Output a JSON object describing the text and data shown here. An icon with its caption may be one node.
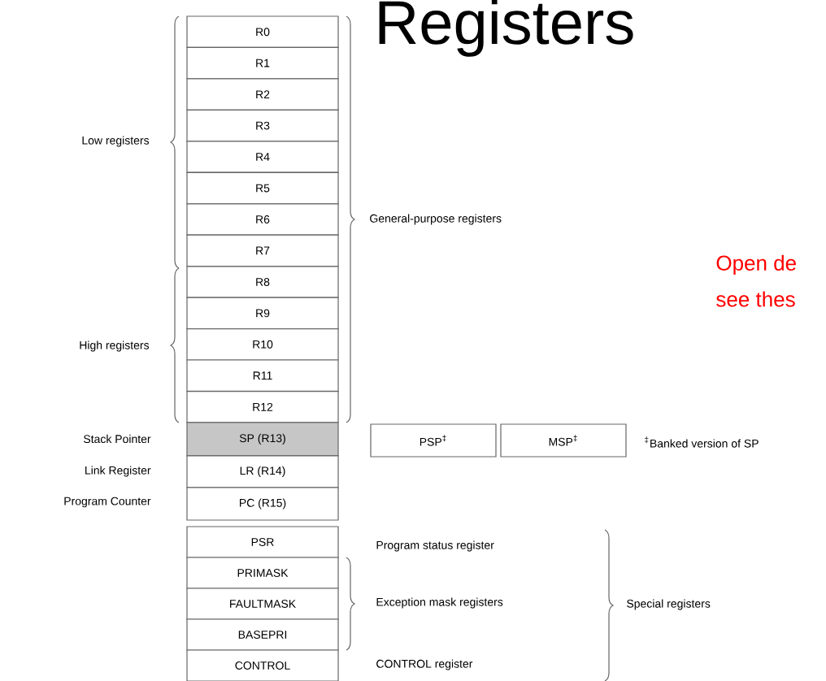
{
  "diagram": {
    "title": "Registers",
    "nodes": [
      {
        "text": [
          "R0"
        ]
      },
      {
        "text": [
          "R1"
        ]
      },
      {
        "text": [
          "R2"
        ]
      },
      {
        "text": [
          "R3"
        ]
      },
      {
        "text": [
          "R4"
        ]
      },
      {
        "text": [
          "R5"
        ]
      },
      {
        "text": [
          "R6"
        ]
      },
      {
        "text": [
          "R7"
        ]
      },
      {
        "text": [
          "R8"
        ]
      },
      {
        "text": [
          "R9"
        ]
      },
      {
        "text": [
          "R10"
        ]
      },
      {
        "text": [
          "R11"
        ]
      },
      {
        "text": [
          "R12"
        ]
      },
      {
        "text": [
          "SP (R13)"
        ]
      },
      {
        "text": [
          "LR (R14)"
        ]
      },
      {
        "text": [
          "PC (R15)"
        ]
      },
      {
        "text": [
          "PSR"
        ]
      },
      {
        "text": [
          "PRIMASK"
        ]
      },
      {
        "text": [
          "FAULTMASK"
        ]
      },
      {
        "text": [
          "BASEPRI"
        ]
      },
      {
        "text": [
          "CONTROL"
        ]
      },
      {
        "text": [
          "PSP$^{‡}$"
        ]
      },
      {
        "text": [
          "MSP$^{‡}$"
        ]
      }
    ],
    "labels": [
      "Low registers",
      "High registers",
      "General-purpose registers",
      "Stack Pointer",
      "Link Register",
      "Program Counter",
      "$^{‡}$Banked version of SP",
      "Program status register",
      "Exception mask registers",
      "Special registers",
      "CONTROL register",
      "Open de",
      "see thes"
    ]
  }
}
